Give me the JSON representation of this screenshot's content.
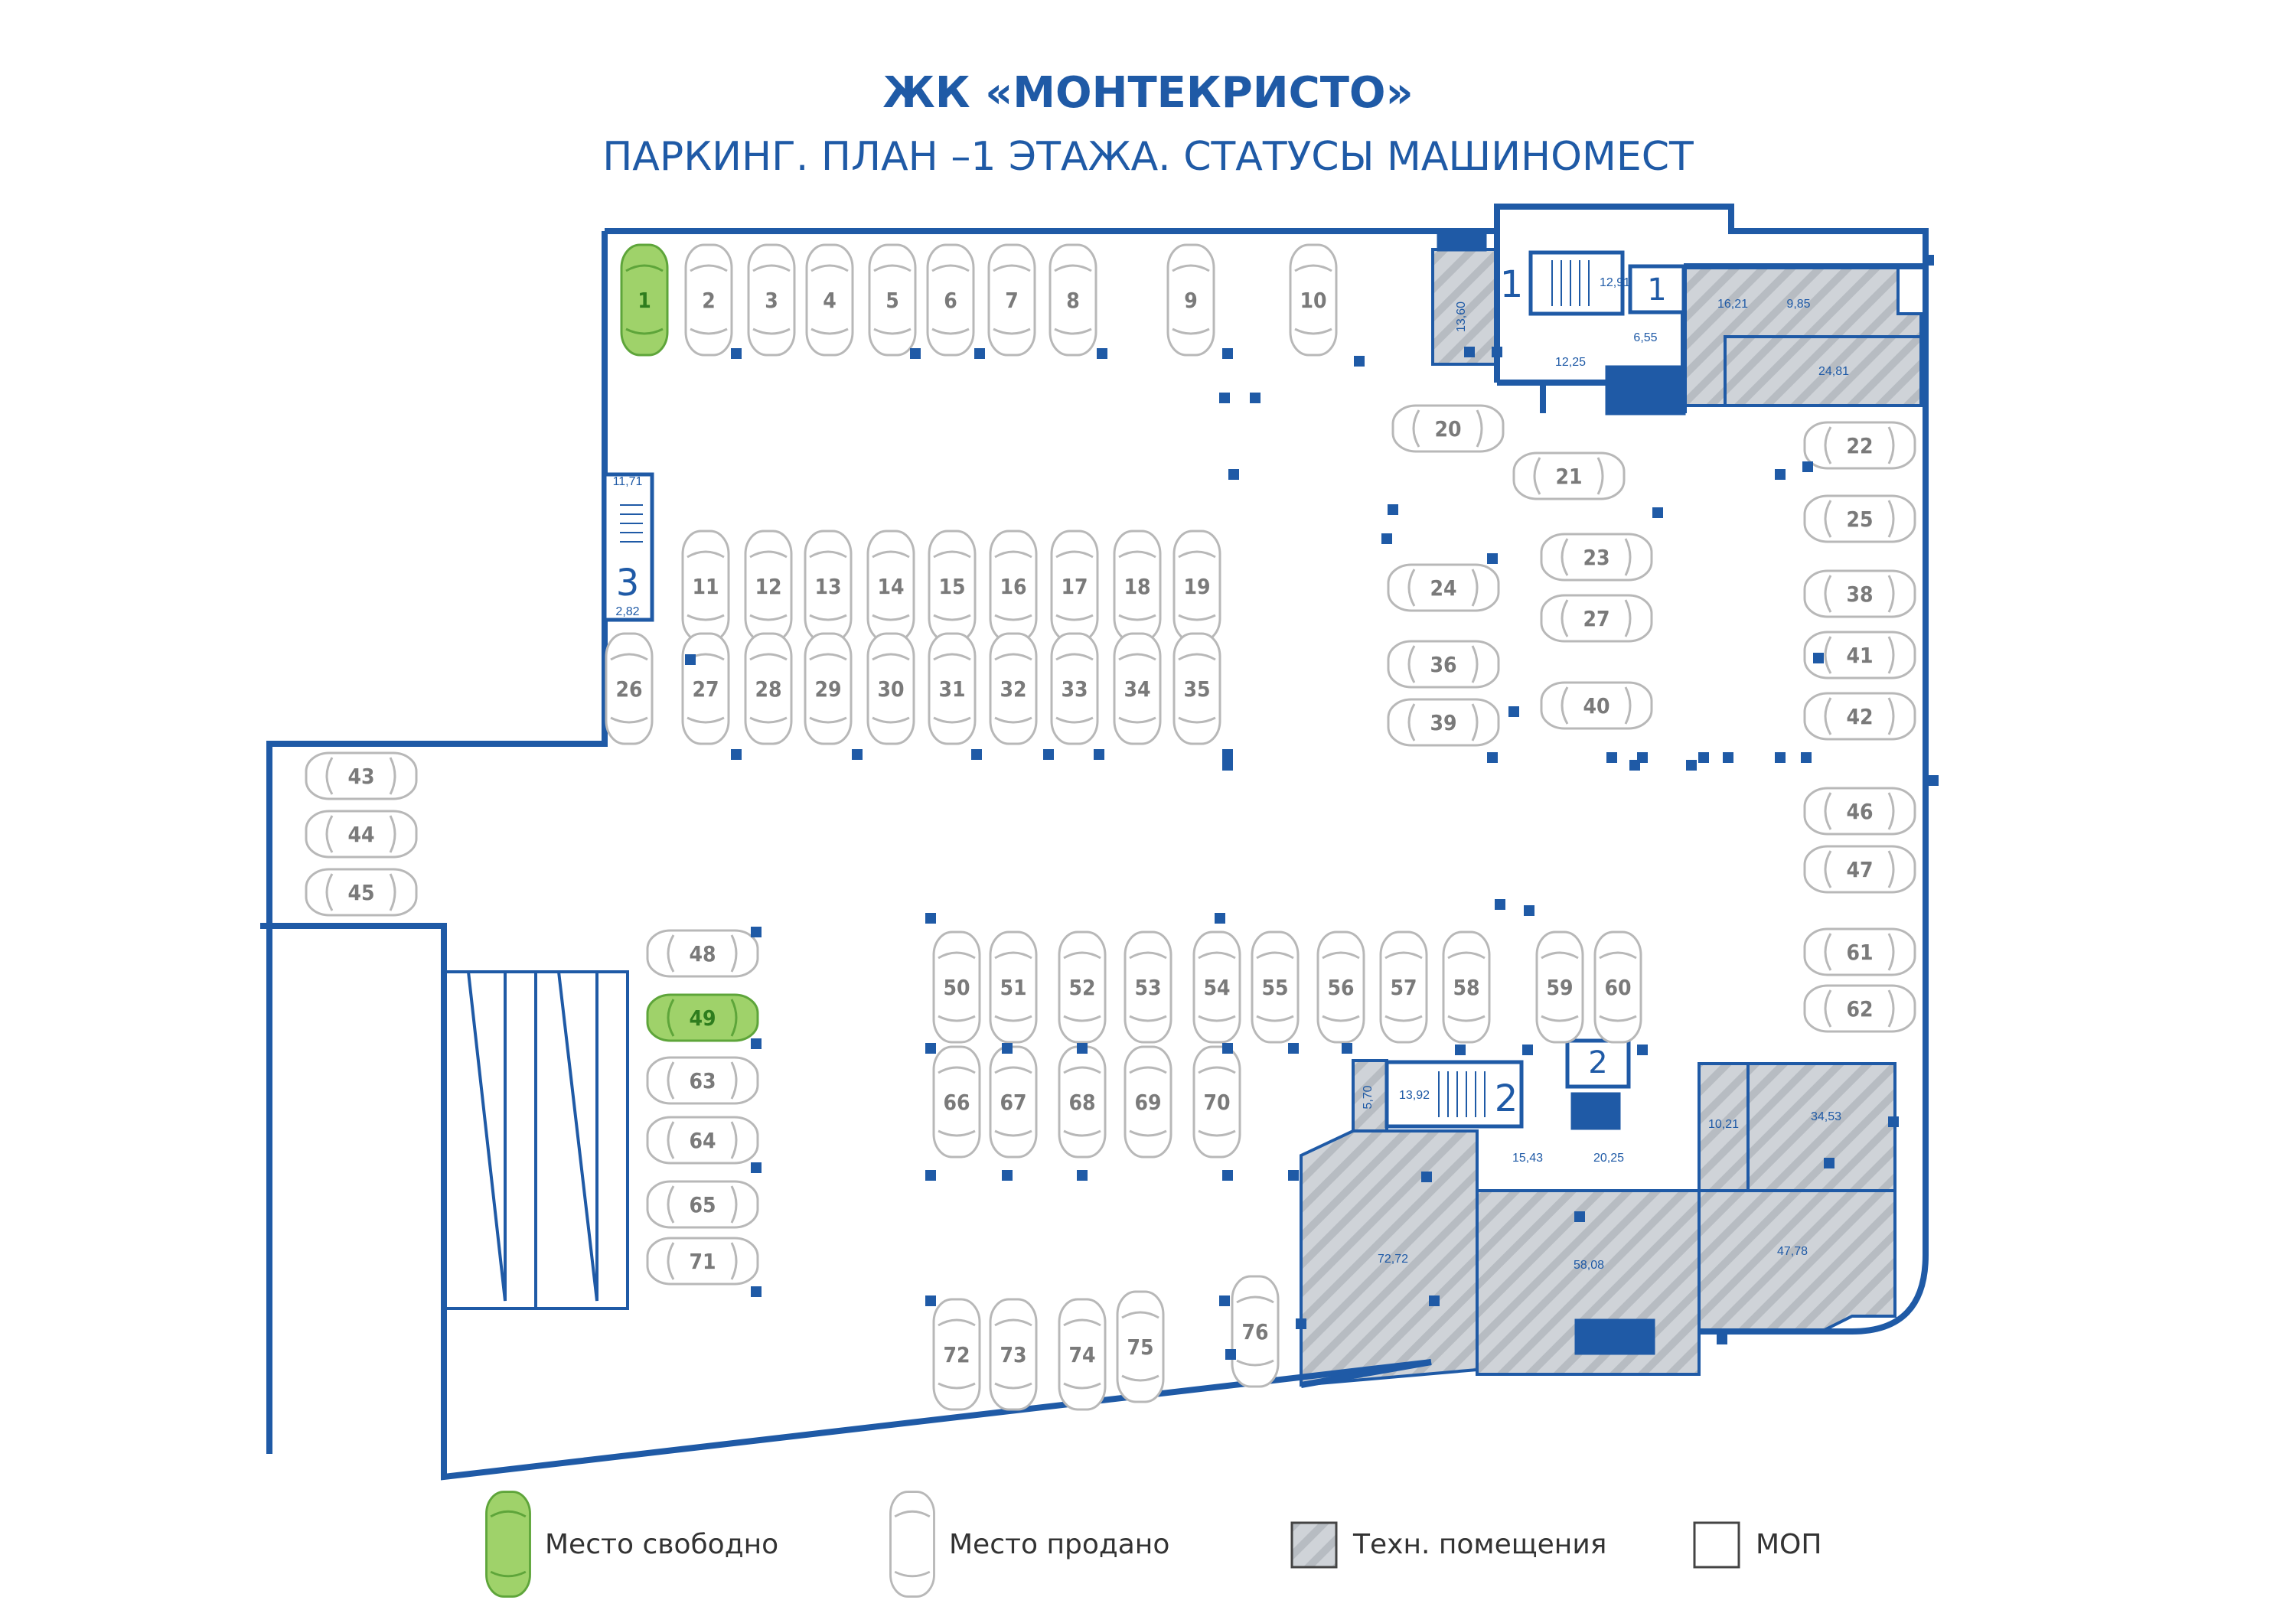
{
  "header": {
    "title": "ЖК «МОНТЕКРИСТО»",
    "subtitle": "ПАРКИНГ. ПЛАН –1 ЭТАЖА. СТАТУСЫ МАШИНОМЕСТ"
  },
  "colors": {
    "wall": "#1f5aa6",
    "free_fill": "#9fd26a",
    "free_stroke": "#5ea53a",
    "free_text": "#2e7d1e",
    "sold_stroke": "#b8b8b8",
    "sold_text": "#7a7a7a",
    "tech_fill": "#cfd3d8",
    "tech_hatch": "#9ea4ab",
    "area_text": "#1f5aa6"
  },
  "spots": [
    {
      "n": "1",
      "status": "free"
    },
    {
      "n": "2",
      "status": "sold"
    },
    {
      "n": "3",
      "status": "sold"
    },
    {
      "n": "4",
      "status": "sold"
    },
    {
      "n": "5",
      "status": "sold"
    },
    {
      "n": "6",
      "status": "sold"
    },
    {
      "n": "7",
      "status": "sold"
    },
    {
      "n": "8",
      "status": "sold"
    },
    {
      "n": "9",
      "status": "sold"
    },
    {
      "n": "10",
      "status": "sold"
    },
    {
      "n": "11",
      "status": "sold"
    },
    {
      "n": "12",
      "status": "sold"
    },
    {
      "n": "13",
      "status": "sold"
    },
    {
      "n": "14",
      "status": "sold"
    },
    {
      "n": "15",
      "status": "sold"
    },
    {
      "n": "16",
      "status": "sold"
    },
    {
      "n": "17",
      "status": "sold"
    },
    {
      "n": "18",
      "status": "sold"
    },
    {
      "n": "19",
      "status": "sold"
    },
    {
      "n": "26",
      "status": "sold"
    },
    {
      "n": "27",
      "status": "sold"
    },
    {
      "n": "28",
      "status": "sold"
    },
    {
      "n": "29",
      "status": "sold"
    },
    {
      "n": "30",
      "status": "sold"
    },
    {
      "n": "31",
      "status": "sold"
    },
    {
      "n": "32",
      "status": "sold"
    },
    {
      "n": "33",
      "status": "sold"
    },
    {
      "n": "34",
      "status": "sold"
    },
    {
      "n": "35",
      "status": "sold"
    },
    {
      "n": "20",
      "status": "sold"
    },
    {
      "n": "21",
      "status": "sold"
    },
    {
      "n": "23",
      "status": "sold"
    },
    {
      "n": "27",
      "status": "sold"
    },
    {
      "n": "40",
      "status": "sold"
    },
    {
      "n": "24",
      "status": "sold"
    },
    {
      "n": "36",
      "status": "sold"
    },
    {
      "n": "39",
      "status": "sold"
    },
    {
      "n": "22",
      "status": "sold"
    },
    {
      "n": "25",
      "status": "sold"
    },
    {
      "n": "38",
      "status": "sold"
    },
    {
      "n": "41",
      "status": "sold"
    },
    {
      "n": "42",
      "status": "sold"
    },
    {
      "n": "46",
      "status": "sold"
    },
    {
      "n": "47",
      "status": "sold"
    },
    {
      "n": "61",
      "status": "sold"
    },
    {
      "n": "62",
      "status": "sold"
    },
    {
      "n": "43",
      "status": "sold"
    },
    {
      "n": "44",
      "status": "sold"
    },
    {
      "n": "45",
      "status": "sold"
    },
    {
      "n": "48",
      "status": "sold"
    },
    {
      "n": "49",
      "status": "free"
    },
    {
      "n": "63",
      "status": "sold"
    },
    {
      "n": "64",
      "status": "sold"
    },
    {
      "n": "65",
      "status": "sold"
    },
    {
      "n": "71",
      "status": "sold"
    },
    {
      "n": "50",
      "status": "sold"
    },
    {
      "n": "51",
      "status": "sold"
    },
    {
      "n": "52",
      "status": "sold"
    },
    {
      "n": "53",
      "status": "sold"
    },
    {
      "n": "54",
      "status": "sold"
    },
    {
      "n": "55",
      "status": "sold"
    },
    {
      "n": "56",
      "status": "sold"
    },
    {
      "n": "57",
      "status": "sold"
    },
    {
      "n": "58",
      "status": "sold"
    },
    {
      "n": "59",
      "status": "sold"
    },
    {
      "n": "60",
      "status": "sold"
    },
    {
      "n": "66",
      "status": "sold"
    },
    {
      "n": "67",
      "status": "sold"
    },
    {
      "n": "68",
      "status": "sold"
    },
    {
      "n": "69",
      "status": "sold"
    },
    {
      "n": "70",
      "status": "sold"
    },
    {
      "n": "72",
      "status": "sold"
    },
    {
      "n": "73",
      "status": "sold"
    },
    {
      "n": "74",
      "status": "sold"
    },
    {
      "n": "75",
      "status": "sold"
    },
    {
      "n": "76",
      "status": "sold"
    }
  ],
  "areas": [
    "13,60",
    "12,91",
    "16,21",
    "9,85",
    "12,25",
    "6,55",
    "24,81",
    "11,71",
    "2,82",
    "5,70",
    "13,92",
    "15,43",
    "20,25",
    "10,21",
    "34,53",
    "72,72",
    "58,08",
    "47,78"
  ],
  "markers": {
    "stair_1": "1",
    "lift_1": "1",
    "stair_2": "2",
    "lift_2": "2",
    "stair_3": "3"
  },
  "legend": {
    "free": "Место свободно",
    "sold": "Место продано",
    "tech": "Техн. помещения",
    "mop": "МОП"
  }
}
